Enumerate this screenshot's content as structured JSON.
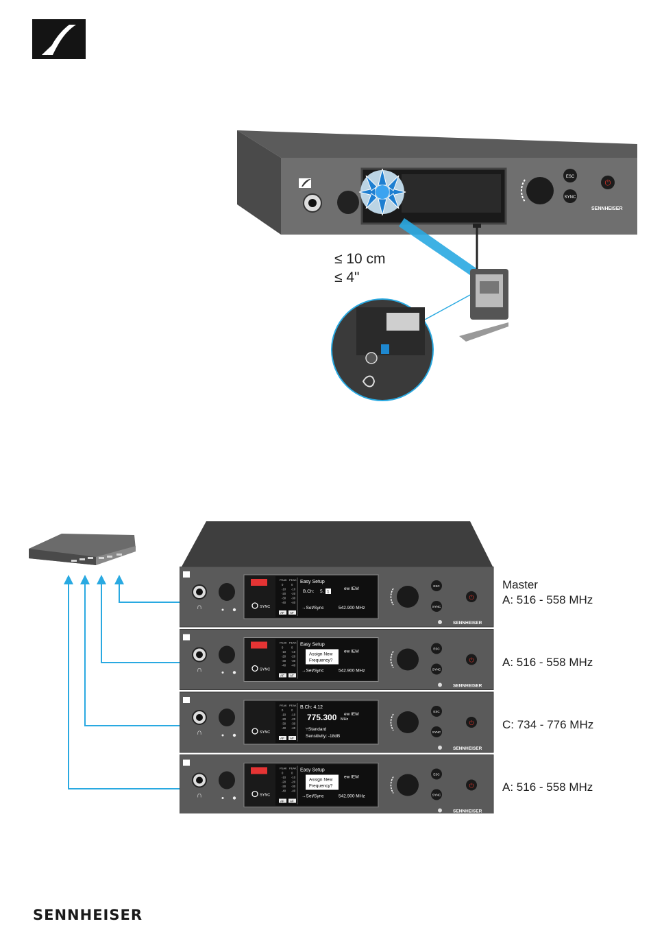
{
  "brand": {
    "logo_icon": "sennheiser-logo-icon",
    "footer_wordmark": "SENNHEISER"
  },
  "figure_top": {
    "device_brand": "SENNHEISER",
    "esc_label": "ESC",
    "sync_label": "SYNC",
    "distance_line1": "≤ 10 cm",
    "distance_line2": "≤ 4\"",
    "ir_color": "#29a9e1"
  },
  "figure_bottom": {
    "device_brand": "SENNHEISER",
    "esc_label": "ESC",
    "sync_label": "SYNC",
    "sync_button_label": "SYNC",
    "cable_color": "#29a9e1",
    "meter": {
      "header": [
        "PEAK",
        "PEAK"
      ],
      "scale": [
        "0",
        "-10",
        "-20",
        "-30",
        "-40"
      ],
      "footer": [
        "AF",
        "AF"
      ]
    },
    "receivers": [
      {
        "label_line1": "Master",
        "label_line2": "A: 516 - 558 MHz",
        "screen": {
          "title": "Easy Setup",
          "bch_label": "B.Ch:",
          "bch_bank": "5.",
          "bch_channel": "1",
          "product": "ew IEM",
          "action": "Set/Sync",
          "frequency": "542.900 MHz"
        }
      },
      {
        "label_line1": "",
        "label_line2": "A: 516 - 558 MHz",
        "screen": {
          "title": "Easy Setup",
          "popup_line1": "Assign New",
          "popup_line2": "Frequency?",
          "product": "ew IEM",
          "action": "Set/Sync",
          "frequency": "542.900 MHz"
        }
      },
      {
        "label_line1": "",
        "label_line2": "C: 734 - 776 MHz",
        "screen": {
          "bch_text": "B.Ch: 4.12",
          "product": "ew IEM",
          "big_freq": "775.300",
          "big_unit": "MHz",
          "preset": "Standard",
          "sensitivity": "Sensitivity: -18dB"
        }
      },
      {
        "label_line1": "",
        "label_line2": "A: 516 - 558 MHz",
        "screen": {
          "title": "Easy Setup",
          "popup_line1": "Assign New",
          "popup_line2": "Frequency?",
          "product": "ew IEM",
          "action": "Set/Sync",
          "frequency": "542.900 MHz"
        }
      }
    ]
  }
}
